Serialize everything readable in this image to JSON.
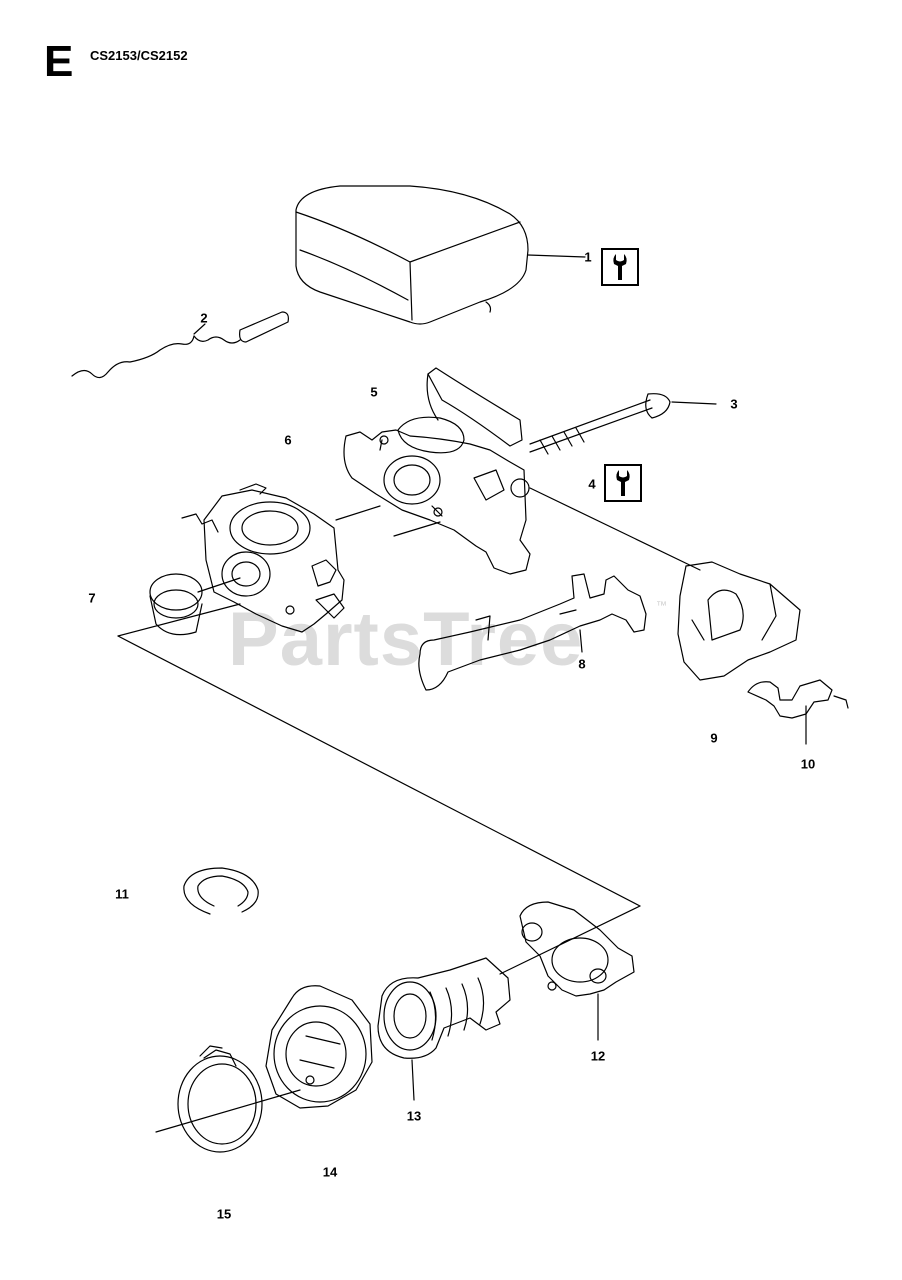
{
  "header": {
    "section_letter": "E",
    "model_code": "CS2153/CS2152"
  },
  "watermark": {
    "text": "PartsTree",
    "trademark": "™"
  },
  "callouts": [
    "1",
    "2",
    "3",
    "4",
    "5",
    "6",
    "7",
    "8",
    "9",
    "10",
    "11",
    "12",
    "13",
    "14",
    "15"
  ],
  "tool_icons": [
    {
      "for_callout": "1",
      "icon": "wrench-icon"
    },
    {
      "for_callout": "4",
      "icon": "wrench-icon"
    }
  ],
  "colors": {
    "line": "#000000",
    "watermark": "#d6d6d6"
  }
}
